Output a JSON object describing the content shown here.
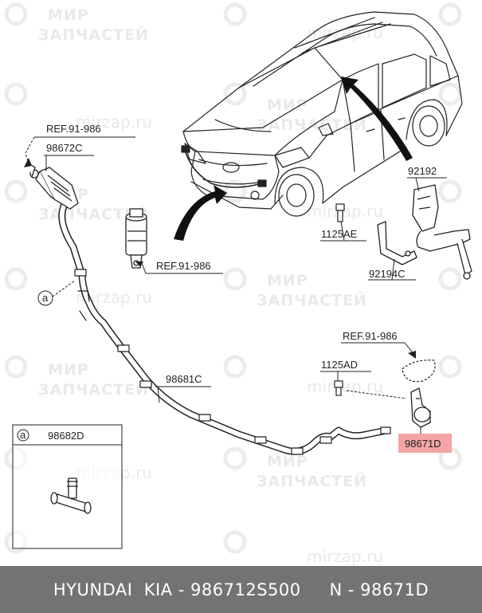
{
  "watermark": {
    "brand_line1": "МИР",
    "brand_line2": "ЗАПЧАСТЕЙ",
    "url": "mirzap.ru"
  },
  "labels": {
    "ref_top": "REF.91-986",
    "part_98672c": "98672C",
    "ref_pump": "REF.91-986",
    "callout_a": "a",
    "part_98681c": "98681C",
    "part_92192": "92192",
    "part_1125ae": "1125AE",
    "part_92194c": "92194C",
    "ref_right": "REF.91-986",
    "part_1125ad": "1125AD",
    "part_98671d": "98671D",
    "inset_a": "a",
    "part_98682d": "98682D"
  },
  "colors": {
    "highlight": "#f4a4a4",
    "line": "#222222",
    "footer_bg": "#737373"
  },
  "footer": {
    "text": "HYUNDAI  KIA - 986712S500     N - 98671D"
  }
}
